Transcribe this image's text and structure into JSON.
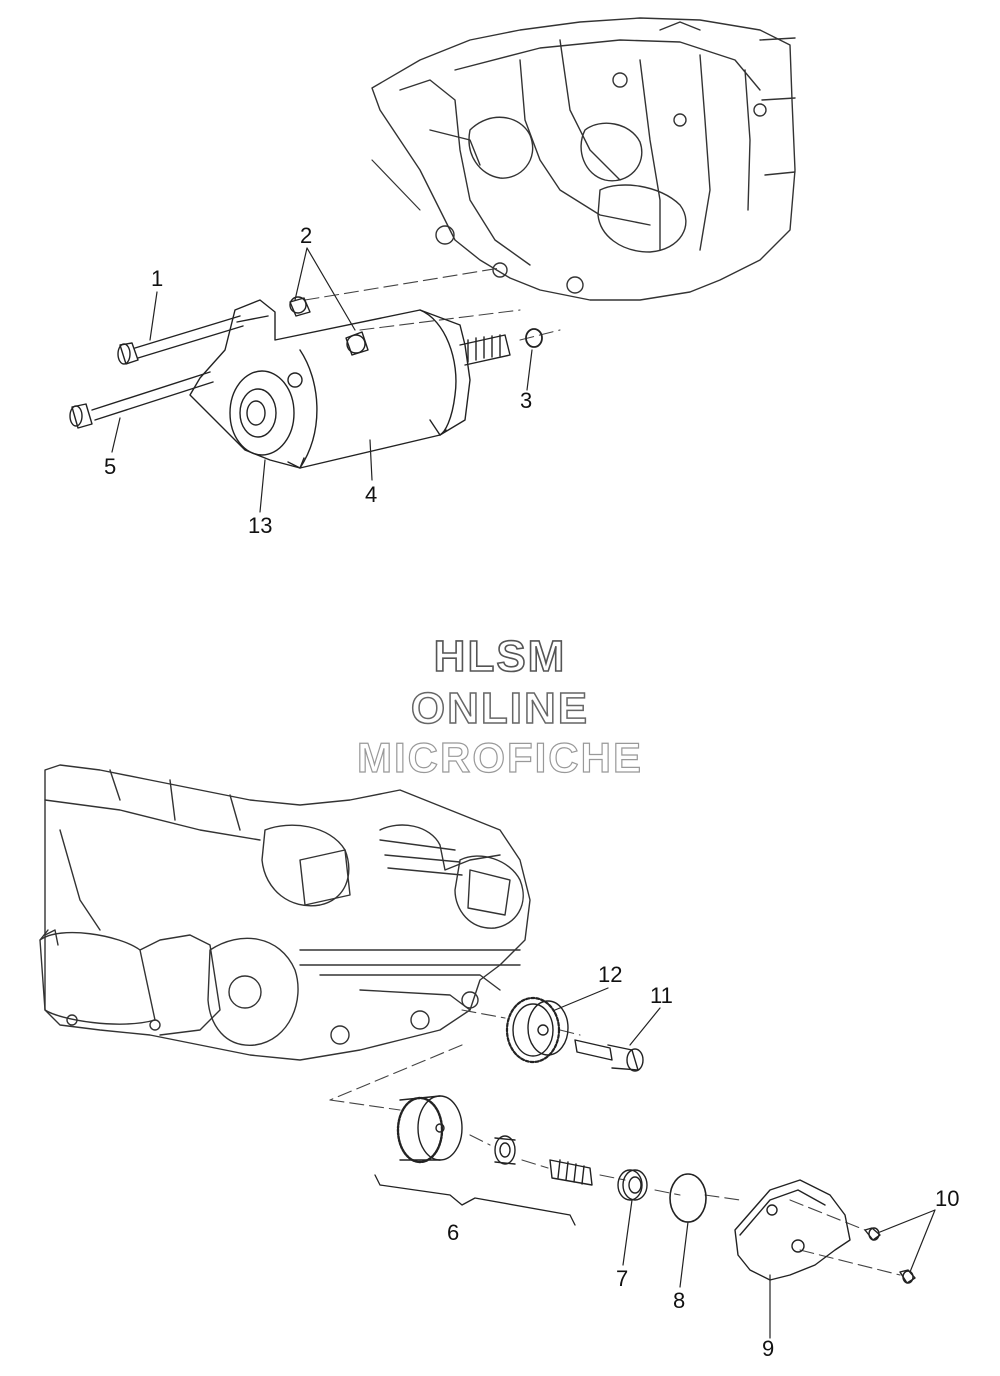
{
  "watermark": {
    "line1": "HLSM",
    "line2": "ONLINE",
    "line3": "MICROFICHE"
  },
  "callouts": [
    "1",
    "2",
    "3",
    "4",
    "5",
    "6",
    "7",
    "8",
    "9",
    "10",
    "11",
    "12",
    "13"
  ]
}
